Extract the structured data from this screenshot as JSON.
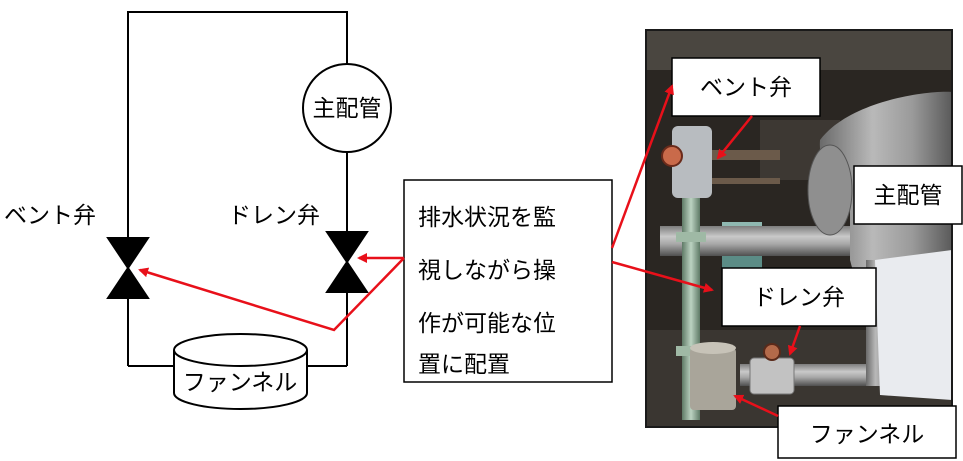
{
  "schematic": {
    "main_pipe_label": "主配管",
    "vent_valve_label": "ベント弁",
    "drain_valve_label": "ドレン弁",
    "funnel_label": "ファンネル"
  },
  "callout": {
    "lines": [
      "排水状況を監",
      "視しながら操",
      "作が可能な位",
      "置に配置"
    ]
  },
  "photo": {
    "vent_valve_label": "ベント弁",
    "main_pipe_label": "主配管",
    "drain_valve_label": "ドレン弁",
    "funnel_label": "ファンネル"
  },
  "colors": {
    "arrow": "#e8101a",
    "line": "#000000",
    "photo_frame": "#1a1a1a"
  }
}
